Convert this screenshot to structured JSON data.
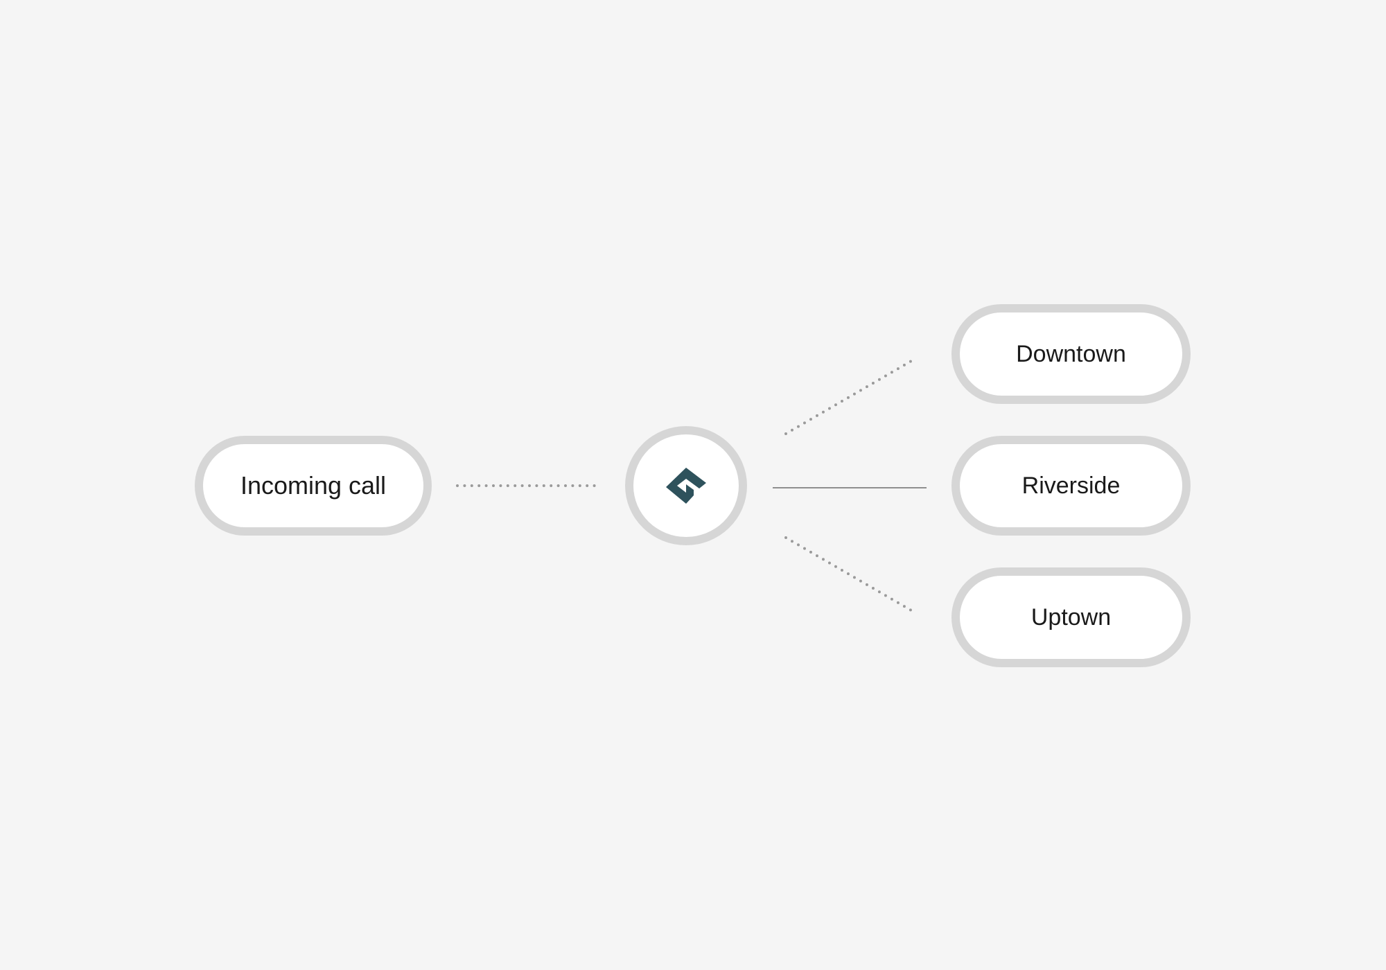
{
  "source": {
    "label": "Incoming call"
  },
  "hub": {
    "icon": "routing-logo-icon",
    "color": "#2e525c"
  },
  "destinations": [
    {
      "label": "Downtown",
      "connector": "dotted"
    },
    {
      "label": "Riverside",
      "connector": "solid"
    },
    {
      "label": "Uptown",
      "connector": "dotted"
    }
  ],
  "colors": {
    "background": "#f5f5f5",
    "pill_fill": "#ffffff",
    "pill_border": "#d6d6d6",
    "connector": "#9a9a9a",
    "text": "#1a1a1a"
  }
}
